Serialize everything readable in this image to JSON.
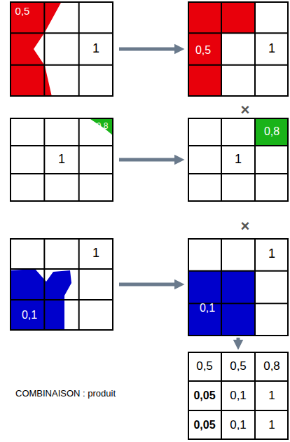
{
  "diagram": {
    "nodes": [
      {
        "text": [
          "0,5",
          "1"
        ]
      },
      {
        "text": [
          "0,5",
          "1"
        ]
      },
      {
        "text": [
          "0,8",
          "1"
        ]
      },
      {
        "text": [
          "0,8",
          "1"
        ]
      },
      {
        "text": [
          "1",
          "0,1"
        ]
      },
      {
        "text": [
          "1",
          "0,1"
        ]
      },
      {
        "text": [
          "0,5",
          "0,5",
          "0,8",
          "0,05",
          "0,1",
          "1",
          "0,05",
          "0,1",
          "1"
        ]
      }
    ],
    "edges": [
      {
        "from": 0,
        "to": 1,
        "arrow": "to"
      },
      {
        "from": 2,
        "to": 3,
        "arrow": "to"
      },
      {
        "from": 4,
        "to": 5,
        "arrow": "to"
      },
      {
        "from": 5,
        "to": 6,
        "arrow": "to"
      }
    ],
    "labels": [
      "×",
      "×",
      "COMBINAISON : produit"
    ]
  }
}
